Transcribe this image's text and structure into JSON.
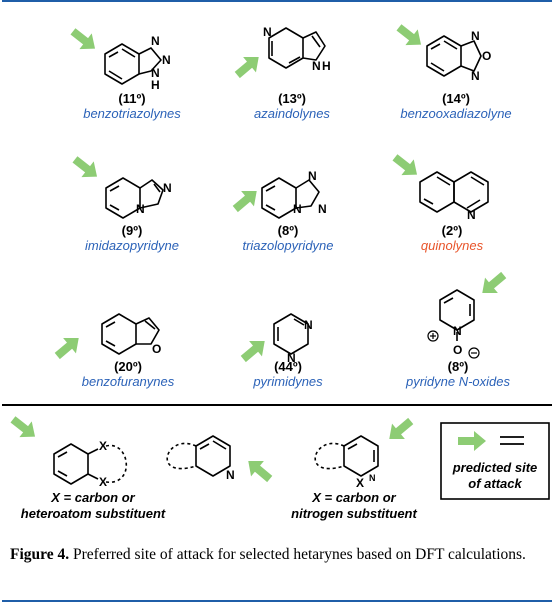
{
  "colors": {
    "arrow": "#8dcc74",
    "label_blue": "#2b62b8",
    "label_red": "#e8542a",
    "rule": "#1f5ea8"
  },
  "atoms": {
    "N": "N",
    "O": "O",
    "H": "H",
    "NH": "N\nH"
  },
  "compounds": [
    {
      "angle": "(11º)",
      "name": "benzotriazolynes"
    },
    {
      "angle": "(13º)",
      "name": "azaindolynes"
    },
    {
      "angle": "(14º)",
      "name": "benzooxadiazolyne"
    },
    {
      "angle": "(9º)",
      "name": "imidazopyridyne"
    },
    {
      "angle": "(8º)",
      "name": "triazolopyridyne"
    },
    {
      "angle": "(2º)",
      "name": "quinolynes"
    },
    {
      "angle": "(20º)",
      "name": "benzofuranynes"
    },
    {
      "angle": "(44º)",
      "name": "pyrimidynes"
    },
    {
      "angle": "(8º)",
      "name": "pyridyne N-oxides"
    }
  ],
  "summary": {
    "x_label": "X",
    "x_label_n": "X",
    "n_label": "N",
    "left_caption": "X = carbon or\nheteroatom substituent",
    "right_caption": "X = carbon or\nnitrogen substituent"
  },
  "legend": {
    "text": "predicted site\nof attack"
  },
  "caption": {
    "label": "Figure 4.",
    "text": " Preferred site of attack for selected hetarynes based on DFT calculations."
  }
}
